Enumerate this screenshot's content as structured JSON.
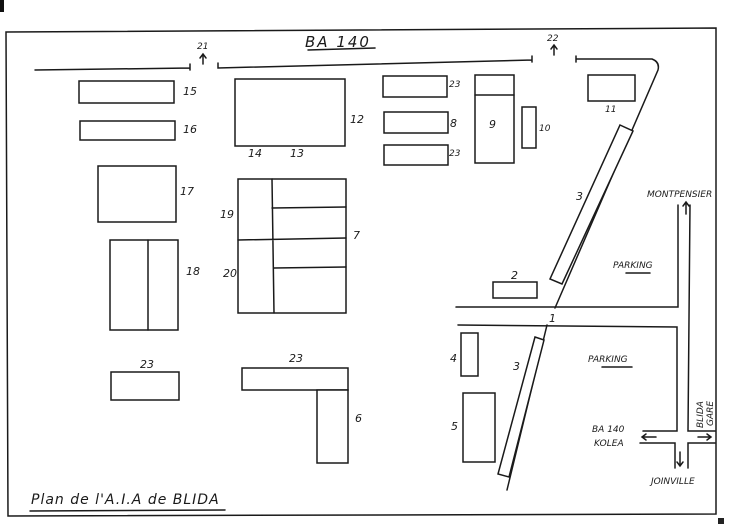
{
  "map": {
    "title": "Plan de l'A.I.A de BLIDA",
    "top_road_label": "BA 140",
    "gates": {
      "west": "21",
      "east": "22"
    },
    "buildings": {
      "b15": "15",
      "b16": "16",
      "b12": "12",
      "b14": "14",
      "b13": "13",
      "b17": "17",
      "b18": "18",
      "b19": "19",
      "b20": "20",
      "b7": "7",
      "b23_left": "23",
      "b23_l_shape": "23",
      "b6": "6",
      "b23_top": "23",
      "b8": "8",
      "b23_mid": "23",
      "b9": "9",
      "b10": "10",
      "b11": "11",
      "b3_upper": "3",
      "b3_lower": "3",
      "b2": "2",
      "b1": "1",
      "b4": "4",
      "b5": "5"
    },
    "parking_upper": "PARKING",
    "parking_lower": "PARKING",
    "directions": {
      "north": "MONTPENSIER",
      "west_line1": "BA 140",
      "west_line2": "KOLEA",
      "east_line1": "BLIDA",
      "east_line2": "GARE",
      "south": "JOINVILLE"
    }
  }
}
